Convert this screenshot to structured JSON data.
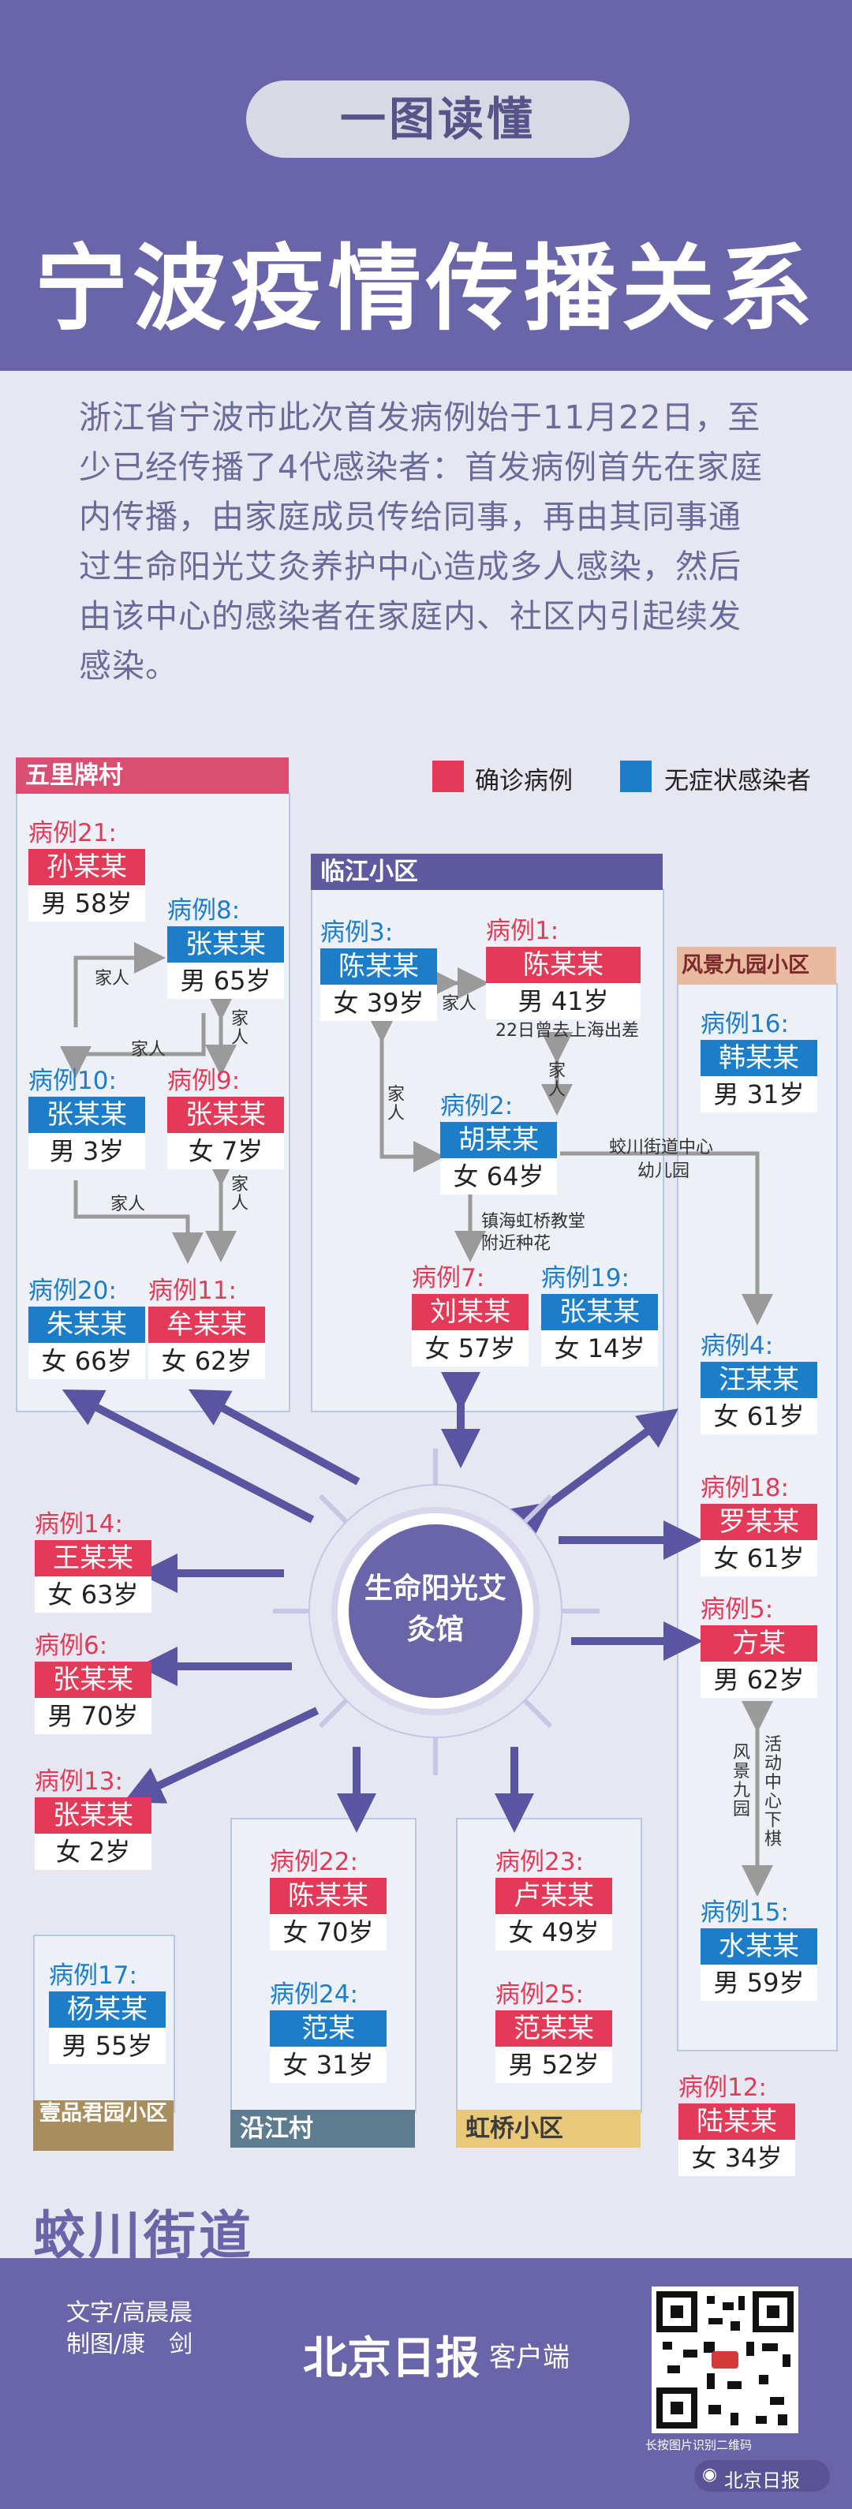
{
  "header": {
    "tag": "一图读懂",
    "title": "宁波疫情传播关系"
  },
  "intro": "浙江省宁波市此次首发病例始于11月22日，至少已经传播了4代感染者：首发病例首先在家庭内传播，由家庭成员传给同事，再由其同事通过生命阳光艾灸养护中心造成多人感染，然后由该中心的感染者在家庭内、社区内引起续发感染。",
  "legend": {
    "confirmed": "确诊病例",
    "asymptomatic": "无症状感染者",
    "confirmed_color": "#e43a57",
    "asymptomatic_color": "#1c7ec8"
  },
  "areas": {
    "wulipai": "五里牌村",
    "linjiang": "临江小区",
    "fengjing": "风景九园小区",
    "yanjiang": "沿江村",
    "honqiao": "虹桥小区",
    "yipin": "壹品君园小区",
    "street": "蛟川街道"
  },
  "hub": "生命阳光艾灸馆",
  "cases": {
    "c21": {
      "no": "病例21:",
      "name": "孙某某",
      "info": "男 58岁"
    },
    "c8": {
      "no": "病例8:",
      "name": "张某某",
      "info": "男 65岁"
    },
    "c10": {
      "no": "病例10:",
      "name": "张某某",
      "info": "男 3岁"
    },
    "c9": {
      "no": "病例9:",
      "name": "张某某",
      "info": "女 7岁"
    },
    "c20": {
      "no": "病例20:",
      "name": "朱某某",
      "info": "女 66岁"
    },
    "c11": {
      "no": "病例11:",
      "name": "牟某某",
      "info": "女 62岁"
    },
    "c3": {
      "no": "病例3:",
      "name": "陈某某",
      "info": "女 39岁"
    },
    "c1": {
      "no": "病例1:",
      "name": "陈某某",
      "info": "男 41岁"
    },
    "c2": {
      "no": "病例2:",
      "name": "胡某某",
      "info": "女 64岁"
    },
    "c7": {
      "no": "病例7:",
      "name": "刘某某",
      "info": "女 57岁"
    },
    "c19": {
      "no": "病例19:",
      "name": "张某某",
      "info": "女 14岁"
    },
    "c16": {
      "no": "病例16:",
      "name": "韩某某",
      "info": "男 31岁"
    },
    "c4": {
      "no": "病例4:",
      "name": "汪某某",
      "info": "女 61岁"
    },
    "c18": {
      "no": "病例18:",
      "name": "罗某某",
      "info": "女 61岁"
    },
    "c5": {
      "no": "病例5:",
      "name": "方某",
      "info": "男 62岁"
    },
    "c15": {
      "no": "病例15:",
      "name": "水某某",
      "info": "男 59岁"
    },
    "c12": {
      "no": "病例12:",
      "name": "陆某某",
      "info": "女 34岁"
    },
    "c14": {
      "no": "病例14:",
      "name": "王某某",
      "info": "女 63岁"
    },
    "c6": {
      "no": "病例6:",
      "name": "张某某",
      "info": "男 70岁"
    },
    "c13": {
      "no": "病例13:",
      "name": "张某某",
      "info": "女 2岁"
    },
    "c17": {
      "no": "病例17:",
      "name": "杨某某",
      "info": "男 55岁"
    },
    "c22": {
      "no": "病例22:",
      "name": "陈某某",
      "info": "女 70岁"
    },
    "c24": {
      "no": "病例24:",
      "name": "范某",
      "info": "女 31岁"
    },
    "c23": {
      "no": "病例23:",
      "name": "卢某某",
      "info": "女 49岁"
    },
    "c25": {
      "no": "病例25:",
      "name": "范某某",
      "info": "男 52岁"
    }
  },
  "relations": {
    "family": "家人",
    "c1_note": "22日曾去上海出差",
    "c2_note1": "镇海虹桥教堂",
    "c2_note2": "附近种花",
    "kindergarten1": "蛟川街道中心",
    "kindergarten2": "幼儿园",
    "fj_note": "风景九园",
    "fj_note2": "活动中心下棋"
  },
  "footer": {
    "text_credit": "文字/高晨晨",
    "graphic_credit": "制图/康　剑",
    "brand": "北京日报",
    "brand_suffix": "客户端",
    "qr_hint": "长按图片识别二维码",
    "wechat": "北京日报"
  }
}
